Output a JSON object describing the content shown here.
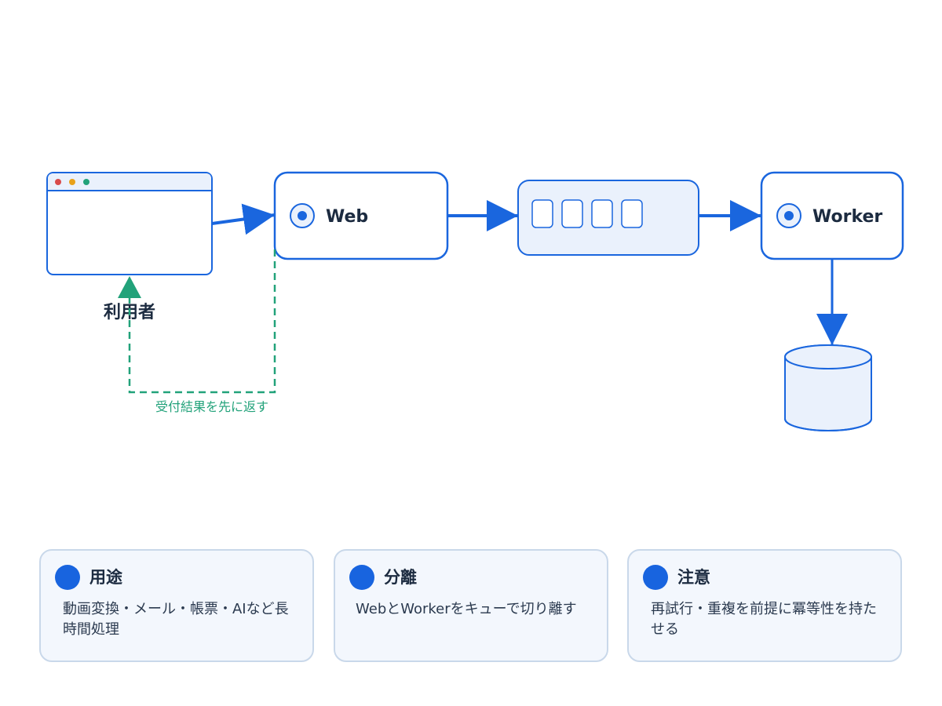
{
  "diagram": {
    "user_label": "利用者",
    "web_label": "Web",
    "worker_label": "Worker",
    "return_label": "受付結果を先に返す"
  },
  "cards": [
    {
      "title": "用途",
      "body": "動画変換・メール・帳票・AIなど長時間処理"
    },
    {
      "title": "分離",
      "body": "WebとWorkerをキューで切り離す"
    },
    {
      "title": "注意",
      "body": "再試行・重複を前提に冪等性を持たせる"
    }
  ],
  "colors": {
    "primary": "#1a66de",
    "return_path": "#22a27a",
    "node_fill": "#ffffff",
    "node_fill_light": "#eaf1fc"
  }
}
